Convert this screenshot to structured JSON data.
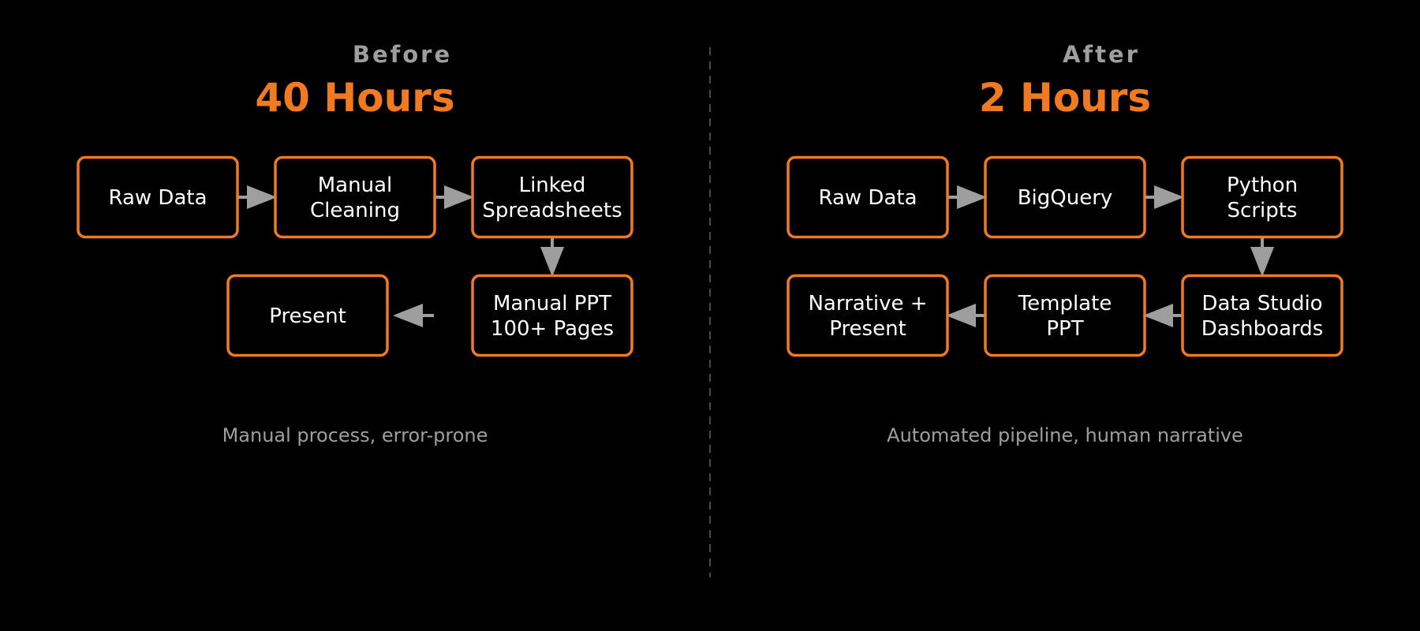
{
  "colors": {
    "background": "#000000",
    "accent": "#f07a22",
    "muted": "#9e9e9e",
    "text": "#ffffff"
  },
  "before": {
    "label": "Before",
    "hours": "40 Hours",
    "caption": "Manual process, error-prone",
    "steps": [
      {
        "id": "raw-data",
        "lines": [
          "Raw Data"
        ]
      },
      {
        "id": "manual-cleaning",
        "lines": [
          "Manual",
          "Cleaning"
        ]
      },
      {
        "id": "linked-spreadsheets",
        "lines": [
          "Linked",
          "Spreadsheets"
        ]
      },
      {
        "id": "manual-ppt",
        "lines": [
          "Manual PPT",
          "100+ Pages"
        ]
      },
      {
        "id": "present",
        "lines": [
          "Present"
        ]
      }
    ]
  },
  "after": {
    "label": "After",
    "hours": "2 Hours",
    "caption": "Automated pipeline, human narrative",
    "steps": [
      {
        "id": "raw-data",
        "lines": [
          "Raw Data"
        ]
      },
      {
        "id": "bigquery",
        "lines": [
          "BigQuery"
        ]
      },
      {
        "id": "python-scripts",
        "lines": [
          "Python",
          "Scripts"
        ]
      },
      {
        "id": "data-studio-dashboards",
        "lines": [
          "Data Studio",
          "Dashboards"
        ]
      },
      {
        "id": "template-ppt",
        "lines": [
          "Template",
          "PPT"
        ]
      },
      {
        "id": "narrative-present",
        "lines": [
          "Narrative +",
          "Present"
        ]
      }
    ]
  }
}
